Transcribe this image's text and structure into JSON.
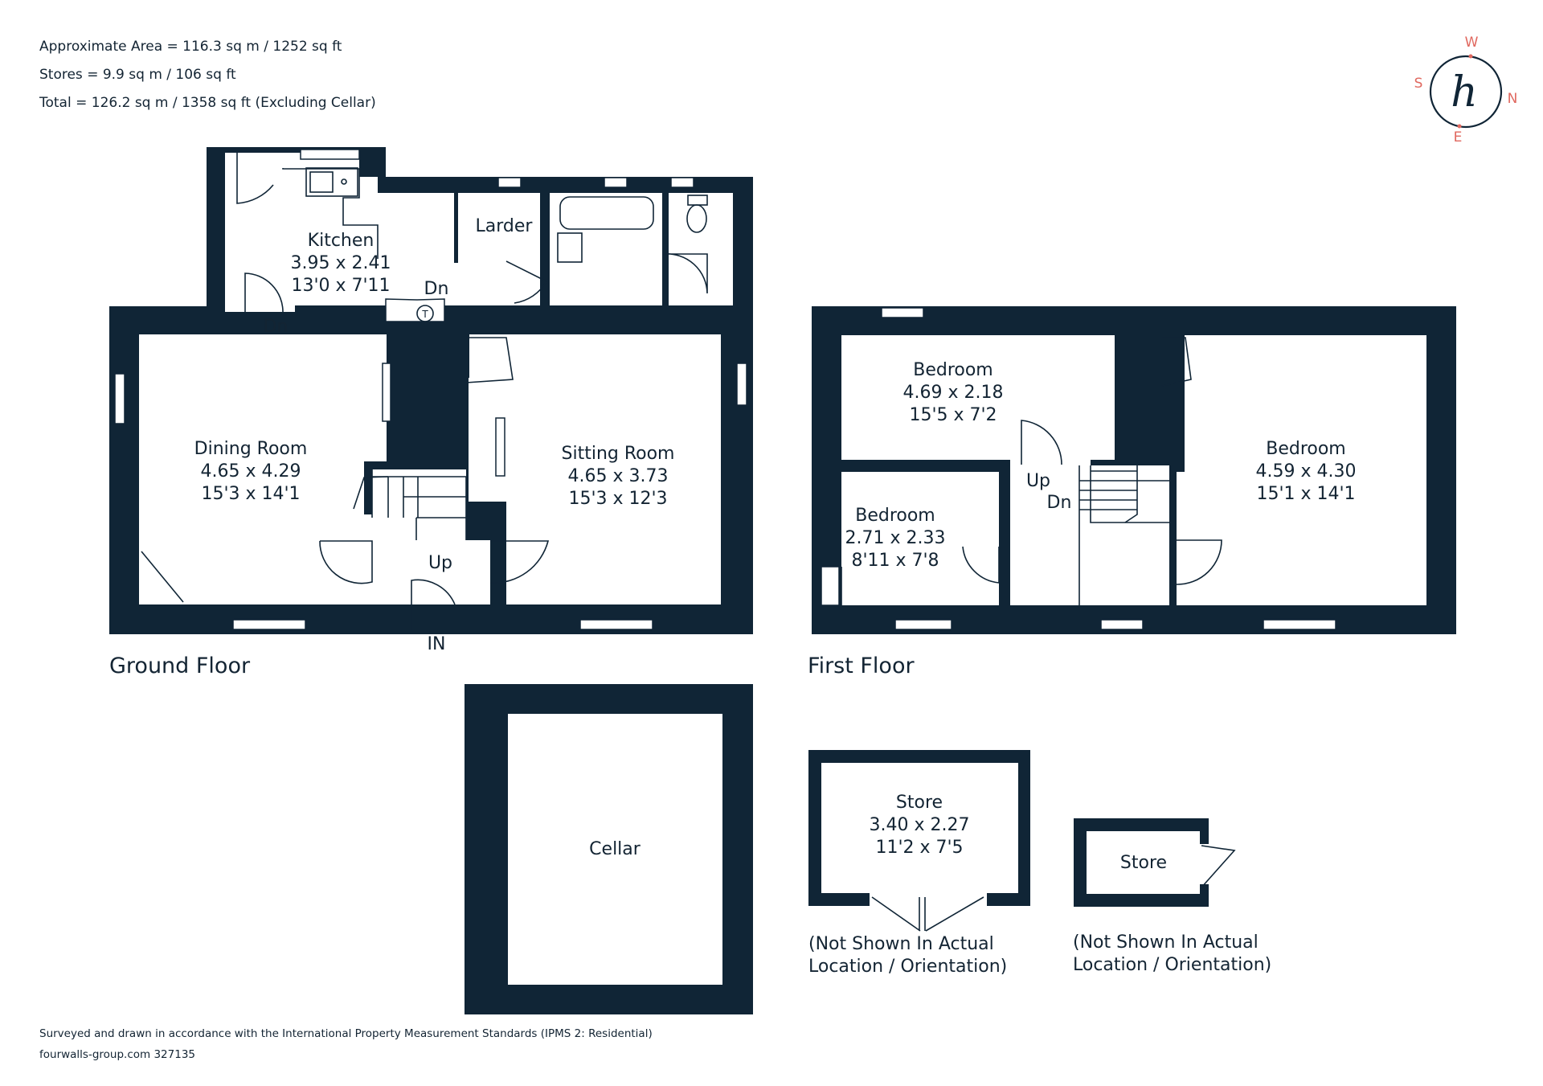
{
  "header": {
    "area_line": "Approximate Area = 116.3 sq m / 1252 sq ft",
    "stores_line": "Stores = 9.9 sq m / 106 sq ft",
    "total_line": "Total = 126.2 sq m / 1358 sq ft (Excluding Cellar)"
  },
  "compass": {
    "w": "W",
    "s": "S",
    "n": "N",
    "e": "E",
    "logo": "h",
    "accent": "#e0685f"
  },
  "ground_floor": {
    "title": "Ground Floor",
    "kitchen": {
      "name": "Kitchen",
      "metric": "3.95 x 2.41",
      "imperial": "13'0 x 7'11"
    },
    "larder": {
      "name": "Larder"
    },
    "dining": {
      "name": "Dining Room",
      "metric": "4.65 x 4.29",
      "imperial": "15'3 x 14'1"
    },
    "sitting": {
      "name": "Sitting Room",
      "metric": "4.65 x 3.73",
      "imperial": "15'3 x 12'3"
    },
    "dn_kitchen": "Dn",
    "dn_dining": "Dn",
    "up": "Up",
    "entrance": "IN",
    "tank": "T"
  },
  "first_floor": {
    "title": "First Floor",
    "bedroom_a": {
      "name": "Bedroom",
      "metric": "4.69 x 2.18",
      "imperial": "15'5 x 7'2"
    },
    "bedroom_b": {
      "name": "Bedroom",
      "metric": "2.71 x 2.33",
      "imperial": "8'11 x 7'8"
    },
    "bedroom_c": {
      "name": "Bedroom",
      "metric": "4.59 x 4.30",
      "imperial": "15'1 x 14'1"
    },
    "up": "Up",
    "dn": "Dn"
  },
  "cellar": {
    "name": "Cellar"
  },
  "store_a": {
    "name": "Store",
    "metric": "3.40 x 2.27",
    "imperial": "11'2 x 7'5",
    "note_1": "(Not Shown In Actual",
    "note_2": "Location / Orientation)"
  },
  "store_b": {
    "name": "Store",
    "note_1": "(Not Shown In Actual",
    "note_2": "Location / Orientation)"
  },
  "footer": {
    "standard": "Surveyed and drawn in accordance with the International Property Measurement Standards (IPMS 2: Residential)",
    "ref": "fourwalls-group.com 327135"
  },
  "colors": {
    "wall": "#102536",
    "text": "#132433"
  }
}
